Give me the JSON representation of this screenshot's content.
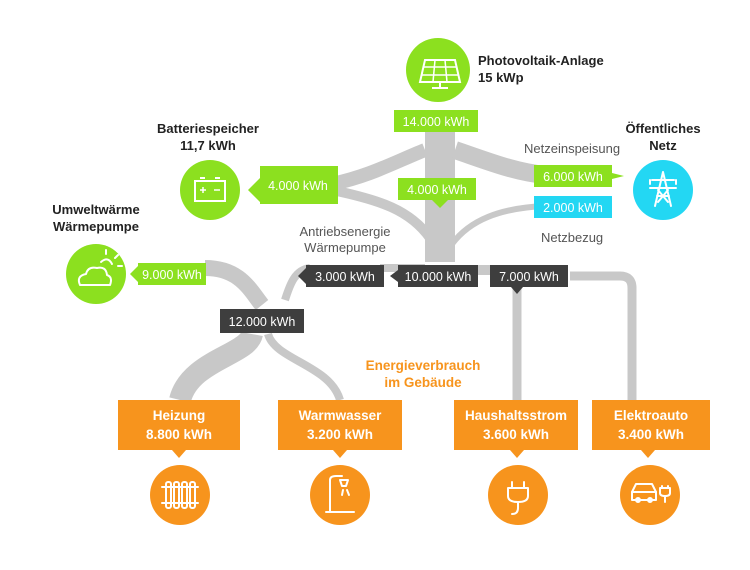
{
  "pv": {
    "title": "Photovoltaik-Anlage",
    "sub": "15 kWp",
    "value": "14.000 kWh"
  },
  "battery": {
    "title": "Batteriespeicher",
    "sub": "11,7 kWh",
    "value": "4.000 kWh"
  },
  "grid": {
    "title": "Öffentliches",
    "sub": "Netz"
  },
  "feed_in": {
    "label": "Netzeinspeisung",
    "value": "6.000 kWh"
  },
  "grid_import": {
    "label": "Netzbezug",
    "value": "2.000 kWh"
  },
  "center_flow": {
    "value": "4.000 kWh"
  },
  "heat": {
    "title": "Umweltwärme",
    "sub": "Wärmepumpe",
    "value": "9.000 kWh"
  },
  "hp_drive": {
    "title": "Antriebsenergie",
    "sub": "Wärmepumpe",
    "value": "3.000 kWh"
  },
  "total": {
    "value": "10.000 kWh"
  },
  "household_total": {
    "value": "7.000 kWh"
  },
  "heat_total": {
    "value": "12.000 kWh"
  },
  "building": {
    "title": "Energieverbrauch",
    "sub": "im Gebäude"
  },
  "consumers": [
    {
      "name": "Heizung",
      "value": "8.800 kWh",
      "icon": "radiator-icon"
    },
    {
      "name": "Warmwasser",
      "value": "3.200 kWh",
      "icon": "shower-icon"
    },
    {
      "name": "Haushaltsstrom",
      "value": "3.600 kWh",
      "icon": "plug-icon"
    },
    {
      "name": "Elektroauto",
      "value": "3.400 kWh",
      "icon": "car-icon"
    }
  ],
  "colors": {
    "green": "#8ce01f",
    "cyan": "#23d7f3",
    "dark": "#3e3e3e",
    "orange": "#f7941d",
    "flow": "#c8c8c8"
  }
}
